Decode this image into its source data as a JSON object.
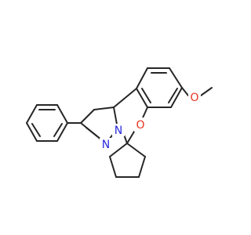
{
  "molecule": {
    "atoms": {
      "oxygen_ring": "O",
      "oxygen_methoxy": "O",
      "nitrogen_imine": "N",
      "nitrogen_ring": "N"
    },
    "colors": {
      "bond": "#262626",
      "oxygen": "#e8321f",
      "nitrogen": "#2a2adf",
      "background": "#ffffff"
    }
  }
}
